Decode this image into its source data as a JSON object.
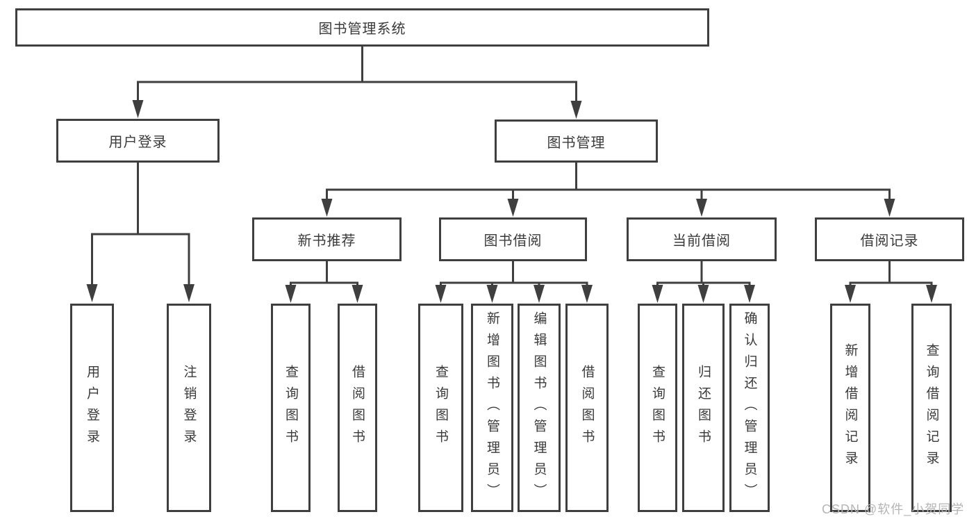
{
  "diagram": {
    "root": {
      "label": "图书管理系统"
    },
    "level1": [
      {
        "label": "用户登录"
      },
      {
        "label": "图书管理"
      }
    ],
    "level2": [
      {
        "label": "新书推荐"
      },
      {
        "label": "图书借阅"
      },
      {
        "label": "当前借阅"
      },
      {
        "label": "借阅记录"
      }
    ],
    "leaves": [
      {
        "label": "用户登录"
      },
      {
        "label": "注销登录"
      },
      {
        "label": "查询图书"
      },
      {
        "label": "借阅图书"
      },
      {
        "label": "查询图书"
      },
      {
        "label": "新增图书（管理员）"
      },
      {
        "label": "编辑图书（管理员）"
      },
      {
        "label": "借阅图书"
      },
      {
        "label": "查询图书"
      },
      {
        "label": "归还图书"
      },
      {
        "label": "确认归还（管理员）"
      },
      {
        "label": "新增借阅记录"
      },
      {
        "label": "查询借阅记录"
      }
    ],
    "watermark": "CSDN @软件_小贺同学",
    "colors": {
      "line": "#3f3f3f",
      "text": "#3a3a3a",
      "watermark": "#b5b5b5",
      "background": "#ffffff"
    }
  }
}
